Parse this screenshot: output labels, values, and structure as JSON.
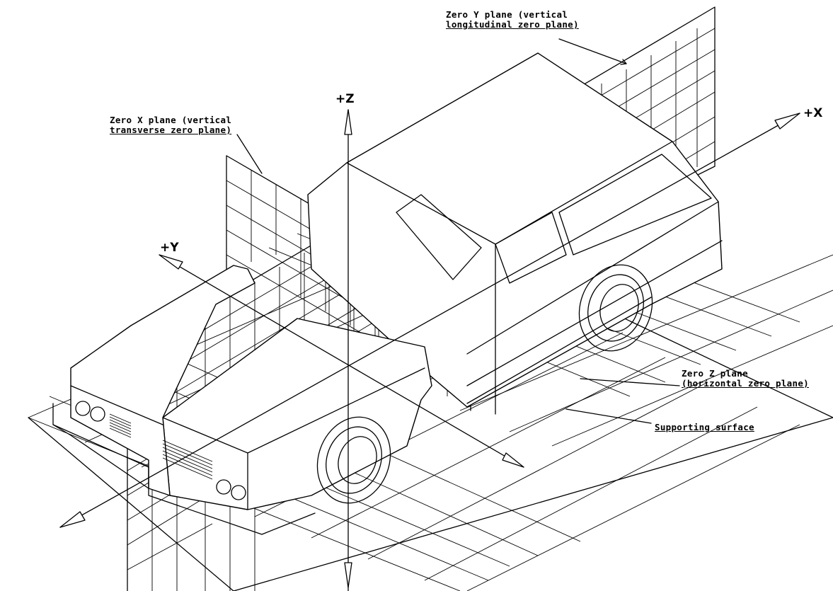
{
  "labels": {
    "zero_y_plane": {
      "line1": "Zero Y plane (vertical",
      "line2": "longitudinal zero plane)"
    },
    "zero_x_plane": {
      "line1": "Zero X plane (vertical",
      "line2": "transverse zero plane)"
    },
    "zero_z_plane": {
      "line1": "Zero Z plane",
      "line2": "(horizontal zero plane)"
    },
    "supporting_surface": "Supporting surface"
  },
  "axes": {
    "plus_z": "+Z",
    "plus_x": "+X",
    "plus_y": "+Y"
  }
}
